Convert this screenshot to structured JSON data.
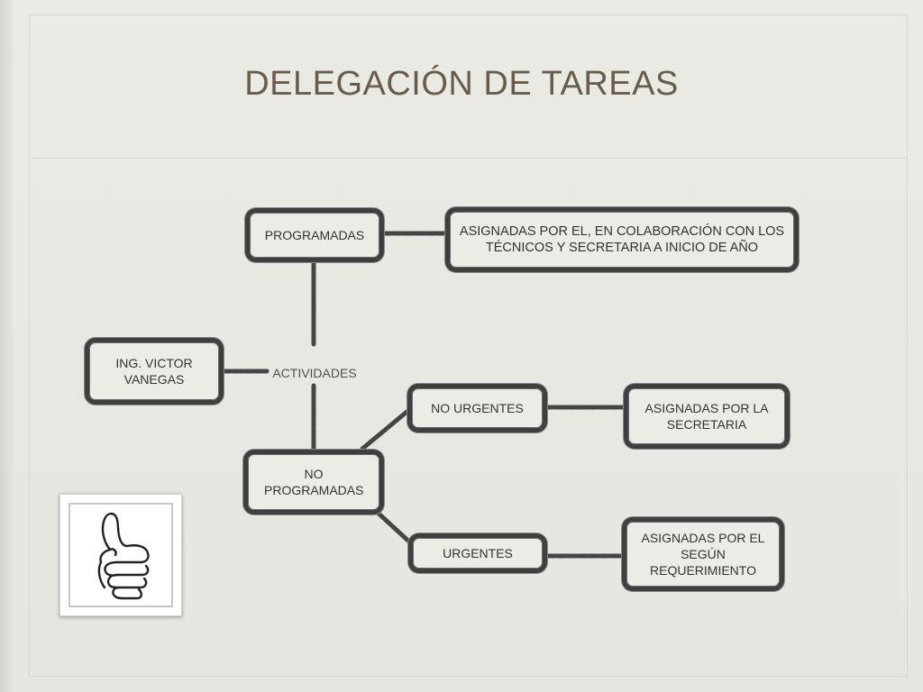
{
  "slide": {
    "title": "DELEGACIÓN DE TAREAS"
  },
  "diagram": {
    "root": "ING. VICTOR VANEGAS",
    "hub": "ACTIVIDADES",
    "programadas": "PROGRAMADAS",
    "programadas_detail": "ASIGNADAS POR EL, EN COLABORACIÓN CON LOS TÉCNICOS Y SECRETARIA A INICIO DE AÑO",
    "no_programadas": "NO PROGRAMADAS",
    "no_urgentes": "NO URGENTES",
    "no_urgentes_detail": "ASIGNADAS POR LA SECRETARIA",
    "urgentes": "URGENTES",
    "urgentes_detail": "ASIGNADAS POR EL SEGÚN REQUERIMIENTO"
  },
  "image": {
    "icon": "thumbs-up-icon"
  }
}
